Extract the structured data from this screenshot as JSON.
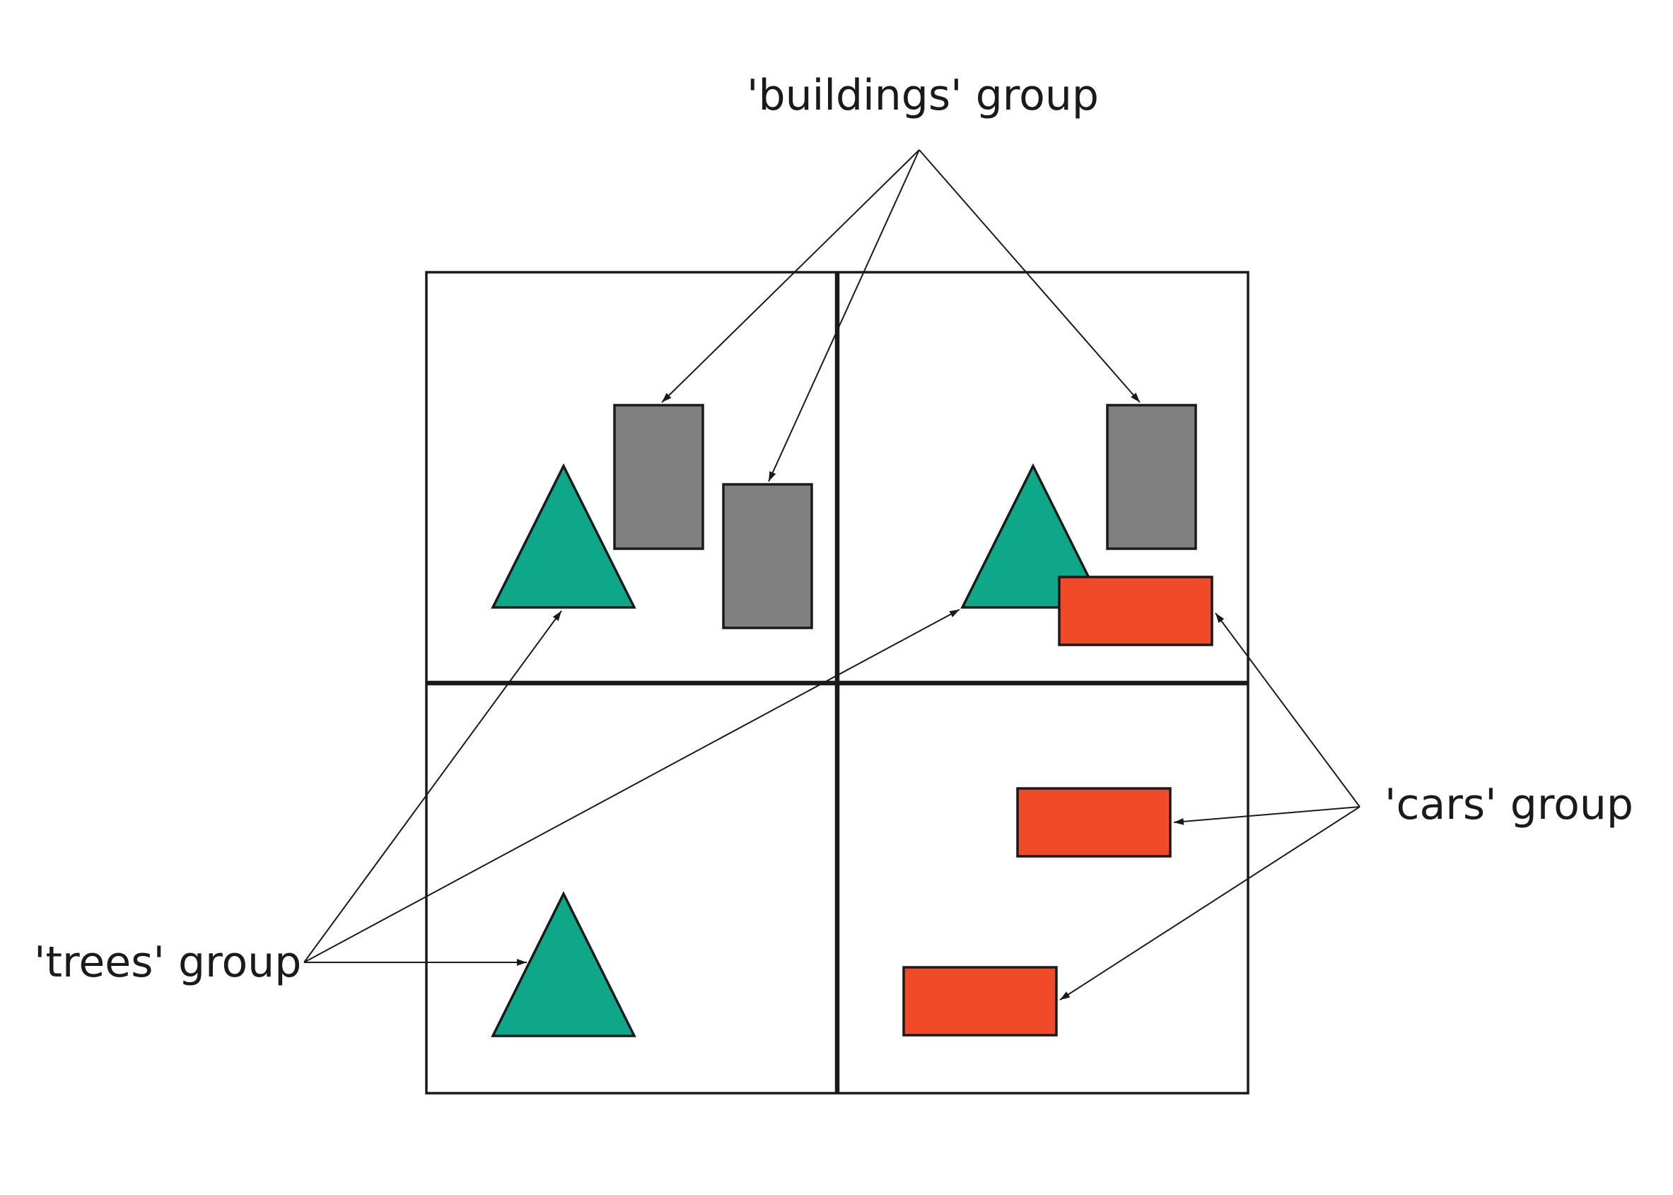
{
  "labels": {
    "buildings": "'buildings' group",
    "trees": "'trees' group",
    "cars": "'cars' group"
  },
  "colors": {
    "building": "#808080",
    "tree": "#0ea789",
    "car": "#f04a28",
    "line": "#1a1a1a",
    "background": "#ffffff"
  },
  "groups": [
    {
      "name": "buildings",
      "members": 3,
      "shape": "rectangle"
    },
    {
      "name": "trees",
      "members": 3,
      "shape": "triangle"
    },
    {
      "name": "cars",
      "members": 3,
      "shape": "rectangle"
    }
  ]
}
